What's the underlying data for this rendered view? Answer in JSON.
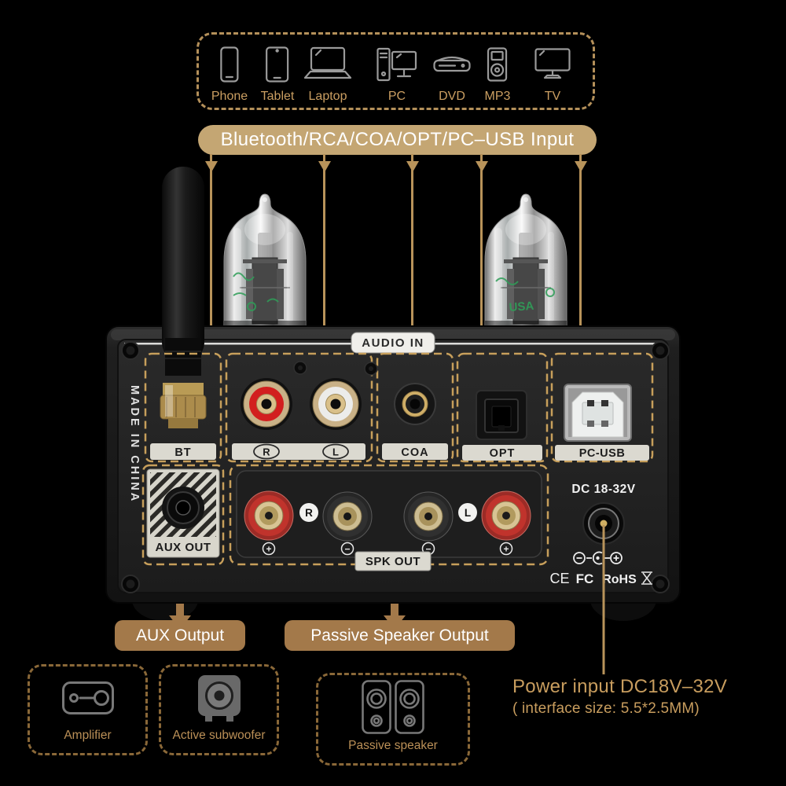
{
  "colors": {
    "background": "#000000",
    "gold_line": "#b8935a",
    "banner_tan": "#c4a673",
    "banner_brown": "#a3794a",
    "label_gold": "#cb9f62",
    "bottom_dash_gold": "#8a6838",
    "device_dash_gold": "#c79f5b",
    "rca_red": "#d21f1f",
    "label_bar": "#dbd9d0"
  },
  "sources": {
    "items": [
      {
        "name": "phone",
        "label": "Phone"
      },
      {
        "name": "tablet",
        "label": "Tablet"
      },
      {
        "name": "laptop",
        "label": "Laptop"
      },
      {
        "name": "pc",
        "label": "PC"
      },
      {
        "name": "dvd",
        "label": "DVD"
      },
      {
        "name": "mp3",
        "label": "MP3"
      },
      {
        "name": "tv",
        "label": "TV"
      }
    ]
  },
  "input_banner": {
    "label": "Bluetooth/RCA/COA/OPT/PC–USB Input"
  },
  "device": {
    "audio_in_label": "AUDIO IN",
    "made_in": "MADE IN CHINA",
    "tube_marking": "USA",
    "input_ports": {
      "bt": "BT",
      "rca_r": "R",
      "rca_l": "L",
      "coa": "COA",
      "opt": "OPT",
      "pc_usb": "PC-USB"
    },
    "aux_out_label": "AUX OUT",
    "spk": {
      "label": "SPK OUT",
      "right": "R",
      "left": "L"
    },
    "polarity": {
      "plus": "+",
      "minus": "−"
    },
    "dc_label": "DC 18-32V",
    "certs": {
      "ce": "CE",
      "fcc": "FC",
      "rohs": "RoHS"
    }
  },
  "callouts": {
    "aux_output": "AUX Output",
    "passive_speaker_output": "Passive Speaker Output",
    "power_title": "Power input DC18V–32V",
    "power_sub": "( interface size: 5.5*2.5MM)"
  },
  "outputs": {
    "items": [
      {
        "name": "amplifier",
        "label": "Amplifier"
      },
      {
        "name": "active-subwoofer",
        "label": "Active subwoofer"
      },
      {
        "name": "passive-speaker",
        "label": "Passive speaker"
      }
    ]
  }
}
